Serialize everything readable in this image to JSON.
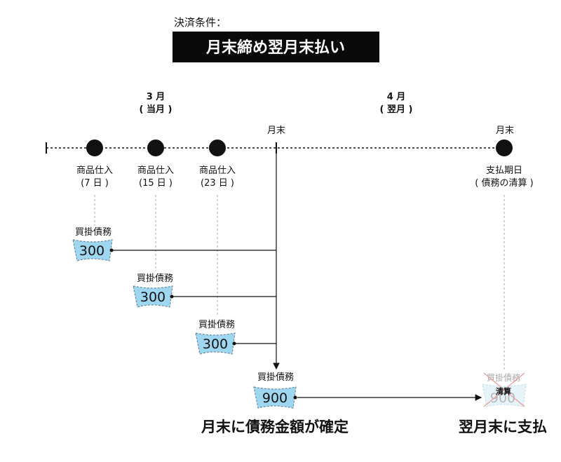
{
  "header": {
    "label": "決済条件：",
    "title": "月末締め翌月末払い"
  },
  "months": {
    "current": {
      "name": "3 月",
      "sub": "( 当月 )"
    },
    "next": {
      "name": "4 月",
      "sub": "( 翌月 )"
    }
  },
  "timeline": {
    "month_end_label": "月末",
    "next_month_end_label": "月末",
    "events": [
      {
        "label": "商品仕入",
        "day": "(7 日 )"
      },
      {
        "label": "商品仕入",
        "day": "(15 日 )"
      },
      {
        "label": "商品仕入",
        "day": "(23 日 )"
      }
    ],
    "payment": {
      "label": "支払期日",
      "sub": "( 債務の清算 )"
    }
  },
  "payables": [
    {
      "label": "買掛債務",
      "amount": "300"
    },
    {
      "label": "買掛債務",
      "amount": "300"
    },
    {
      "label": "買掛債務",
      "amount": "300"
    }
  ],
  "total": {
    "label": "買掛債務",
    "amount": "900"
  },
  "settled": {
    "label": "買掛債務",
    "amount": "900",
    "stamp": "清算"
  },
  "captions": {
    "confirm": "月末に債務金額が確定",
    "pay": "翌月末に支払"
  },
  "colors": {
    "tag_fill": "#9fd6f0",
    "tag_stroke": "#6a8aa0",
    "banner": "#0a0a0a",
    "dot": "#111111",
    "cross": "#e8a0a0"
  }
}
